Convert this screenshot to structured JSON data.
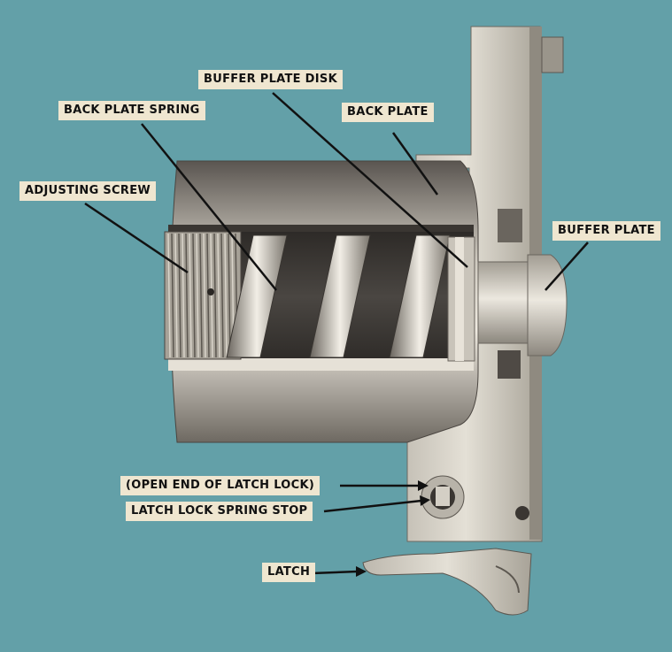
{
  "diagram": {
    "colors": {
      "background": "#63a0a8",
      "label_bg": "#efe6d0",
      "metal_light": "#d8d4cc",
      "metal_mid": "#aaa59b",
      "metal_dark": "#5a5550",
      "shadow": "#2c2926"
    },
    "labels": {
      "buffer_plate_disk": "BUFFER PLATE DISK",
      "back_plate_spring": "BACK PLATE SPRING",
      "back_plate": "BACK PLATE",
      "adjusting_screw": "ADJUSTING SCREW",
      "buffer_plate": "BUFFER PLATE",
      "open_end_latch_lock": "(OPEN END OF LATCH LOCK)",
      "latch_lock_spring_stop": "LATCH LOCK SPRING STOP",
      "latch": "LATCH"
    }
  }
}
